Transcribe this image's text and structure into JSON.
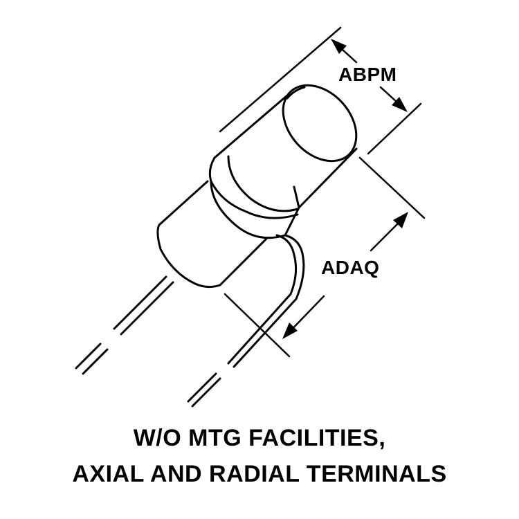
{
  "dimensions": {
    "top_dimension": "ABPM",
    "side_dimension": "ADAQ"
  },
  "caption": {
    "line1": "W/O MTG FACILITIES,",
    "line2": "AXIAL AND RADIAL TERMINALS"
  },
  "colors": {
    "ink": "#000000",
    "background": "#ffffff"
  }
}
